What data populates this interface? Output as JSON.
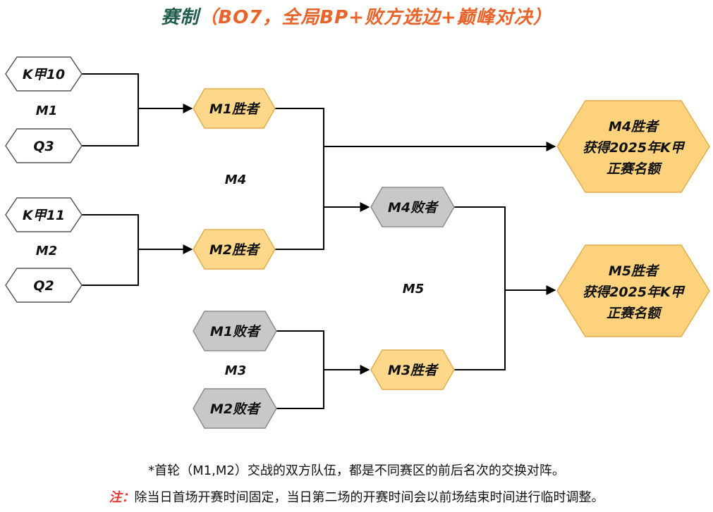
{
  "title": {
    "main": "赛制",
    "sub": "（BO7，全局BP+败方选边+巅峰对决）"
  },
  "nodes": {
    "k10": "K甲10",
    "q3": "Q3",
    "k11": "K甲11",
    "q2": "Q2",
    "m1_winner": "M1胜者",
    "m2_winner": "M2胜者",
    "m1_loser": "M1败者",
    "m2_loser": "M2败者",
    "m4_loser": "M4败者",
    "m3_winner": "M3胜者",
    "m4_final": [
      "M4胜者",
      "获得2025年K甲",
      "正赛名额"
    ],
    "m5_final": [
      "M5胜者",
      "获得2025年K甲",
      "正赛名额"
    ]
  },
  "match_labels": {
    "m1": "M1",
    "m2": "M2",
    "m3": "M3",
    "m4": "M4",
    "m5": "M5"
  },
  "notes": {
    "note1": "*首轮（M1,M2）交战的双方队伍，都是不同赛区的前后名次的交换对阵。",
    "note2_label": "注：",
    "note2_text": "除当日首场开赛时间固定，当日第二场的开赛时间会以前场结束时间进行临时调整。"
  },
  "colors": {
    "title_main": "#1f5c4b",
    "title_sub": "#e8642a",
    "winner_fill": "#fdd88a",
    "winner_stroke": "#e2ad4c",
    "final_fill": "#fcd37c",
    "loser_fill": "#c8c8c8",
    "loser_stroke": "#8c8c8c",
    "team_fill": "#ffffff",
    "team_stroke": "#555555",
    "note_label": "#e53935"
  }
}
